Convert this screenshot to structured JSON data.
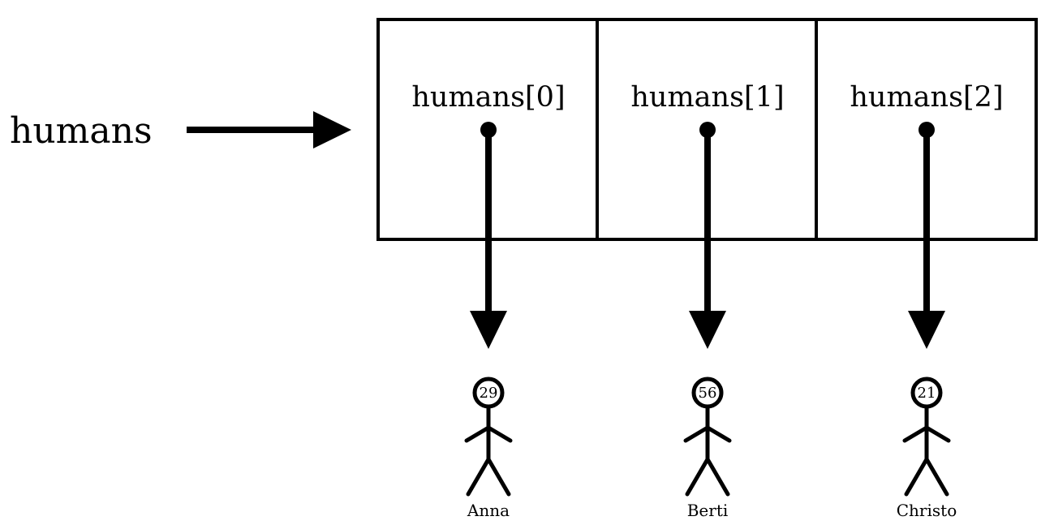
{
  "variable": {
    "label": "humans"
  },
  "cells": [
    {
      "label": "humans[0]",
      "person": {
        "age": "29",
        "name": "Anna"
      }
    },
    {
      "label": "humans[1]",
      "person": {
        "age": "56",
        "name": "Berti"
      }
    },
    {
      "label": "humans[2]",
      "person": {
        "age": "21",
        "name": "Christo"
      }
    }
  ],
  "colors": {
    "stroke": "#000000",
    "background": "#ffffff"
  }
}
